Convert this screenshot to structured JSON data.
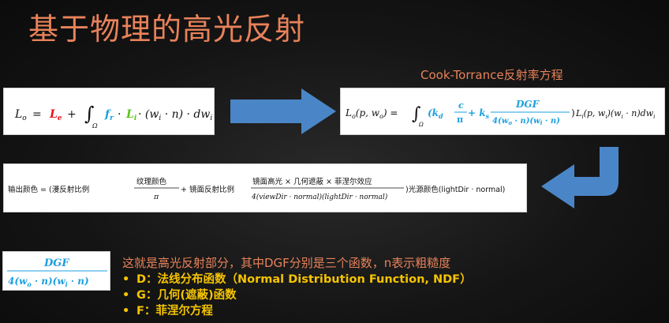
{
  "title": "基于物理的高光反射",
  "subtitle": "Cook-Torrance反射率方程",
  "formula1": {
    "lhs": "L",
    "lhs_sub": "o",
    "eq": " = ",
    "le": "L",
    "le_sub": "e",
    "plus": " + ",
    "integral": "∫",
    "omega": "Ω",
    "fr": "f",
    "fr_sub": "r",
    "dot": " · ",
    "li": "L",
    "li_sub": "i",
    "tail": " · (w",
    "tail_sub": "i",
    "tail2": " · n) · dw",
    "tail2_sub": "i"
  },
  "formula2": {
    "lhs": "L",
    "lhs_sub": "o",
    "args": "(p, w",
    "args_sub": "o",
    "args_end": ") = ",
    "integral": "∫",
    "omega": "Ω",
    "open": "(k",
    "kd_sub": "d",
    "c_num": "c",
    "c_den": "π",
    "plus": " + k",
    "ks_sub": "s",
    "dgf_num": "DGF",
    "dgf_den": "4(w",
    "dgf_den_sub1": "o",
    "dgf_den_mid": " · n)(w",
    "dgf_den_sub2": "i",
    "dgf_den_end": " · n)",
    "close": ")",
    "rest": "L",
    "rest_sub": "i",
    "rest2": "(p, w",
    "rest2_sub": "i",
    "rest3": ")(w",
    "rest3_sub": "i",
    "rest4": " · n)dw",
    "rest4_sub": "i"
  },
  "formula3": {
    "lhs": "输出颜色 = (漫反射比例",
    "tex_num": "纹理颜色",
    "tex_den": "π",
    "mid": " + 镜面反射比例",
    "spec_num": "镜面高光 × 几何遮蔽 × 菲涅尔效应",
    "spec_den": "4(viewDir · normal)(lightDir · normal)",
    "end": ")光源颜色(lightDir · normal)"
  },
  "formula4": {
    "num": "DGF",
    "den": "4(w",
    "den_sub1": "o",
    "den_mid": " · n)(w",
    "den_sub2": "i",
    "den_end": " · n)"
  },
  "description": "这就是高光反射部分，其中DGF分别是三个函数，n表示粗糙度",
  "bullets": [
    "D：法线分布函数（Normal Distribution Function, NDF）",
    "G：几何(遮蔽)函数",
    "F：菲涅尔方程"
  ],
  "colors": {
    "title": "#e8825a",
    "bullet": "#f5c400",
    "arrow": "#4a86c7",
    "red": "#e8151b",
    "blue": "#1a9fe0",
    "green": "#5cc21f"
  }
}
